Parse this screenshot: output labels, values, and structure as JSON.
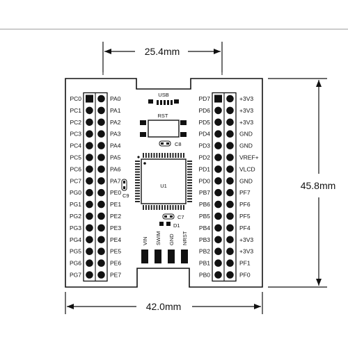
{
  "dimensions": {
    "top_width": "25.4mm",
    "height": "45.8mm",
    "bottom_width": "42.0mm"
  },
  "board": {
    "left_header_outer": [
      "PC0",
      "PC1",
      "PC2",
      "PC3",
      "PC4",
      "PC5",
      "PC6",
      "PC7",
      "PG0",
      "PG1",
      "PG2",
      "PG3",
      "PG4",
      "PG5",
      "PG6",
      "PG7"
    ],
    "left_header_inner": [
      "PA0",
      "PA1",
      "PA2",
      "PA3",
      "PA4",
      "PA5",
      "PA6",
      "PA7",
      "PE0",
      "PE1",
      "PE2",
      "PE3",
      "PE4",
      "PE5",
      "PE6",
      "PE7"
    ],
    "right_header_inner": [
      "PD7",
      "PD6",
      "PD5",
      "PD4",
      "PD3",
      "PD2",
      "PD1",
      "PD0",
      "PB7",
      "PB6",
      "PB5",
      "PB4",
      "PB3",
      "PB2",
      "PB1",
      "PB0"
    ],
    "right_header_outer": [
      "+3V3",
      "+3V3",
      "+3V3",
      "GND",
      "GND",
      "VREF+",
      "VLCD",
      "GND",
      "PF7",
      "PF6",
      "PF5",
      "PF4",
      "+3V3",
      "+3V3",
      "PF1",
      "PF0"
    ],
    "usb_label": "USB",
    "rst_label": "RST",
    "c8_label": "C8",
    "c9_label": "C9",
    "c7_label": "C7",
    "d1_label": "D1",
    "chip_label": "U1",
    "swim_header": [
      "VIN",
      "SWIM",
      "GND",
      "NRST"
    ]
  }
}
